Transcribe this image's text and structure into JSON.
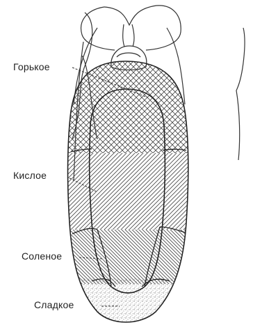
{
  "diagram": {
    "zones": [
      {
        "id": "bitter",
        "label": "Горькое",
        "pattern": "crosshatch"
      },
      {
        "id": "sour",
        "label": "Кислое",
        "pattern": "diagonal-hatch"
      },
      {
        "id": "salty",
        "label": "Соленое",
        "pattern": "diagonal-hatch-reverse"
      },
      {
        "id": "sweet",
        "label": "Сладкое",
        "pattern": "stipple"
      }
    ],
    "colors": {
      "ink": "#333333",
      "background": "#ffffff"
    }
  }
}
